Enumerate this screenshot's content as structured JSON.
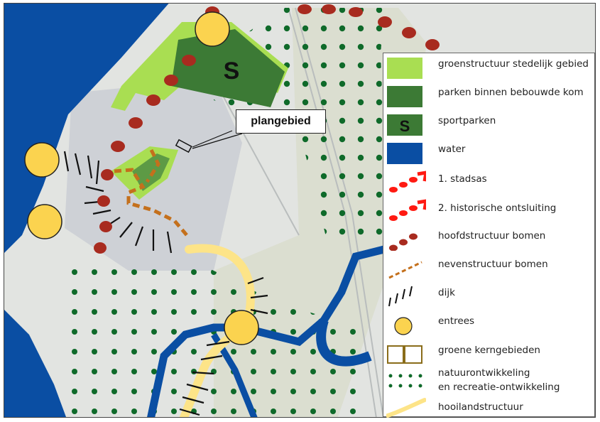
{
  "map": {
    "plangebied_label": "plangebied",
    "sport_symbol": "S",
    "colors": {
      "water": "#0a4ea3",
      "green_light": "#a9de52",
      "green_dark": "#3c7a35",
      "tree_main": "#a82b1f",
      "tree_side": "#c4701c",
      "entree": "#fbd34f",
      "hooiland": "#fde488",
      "dots": "#0f6a2a",
      "stadsas": "#ff1a12"
    }
  },
  "legend": {
    "items": [
      {
        "label": "groenstructuur stedelijk gebied",
        "symbol": "green-light-swatch"
      },
      {
        "label": "parken binnen bebouwde kom",
        "symbol": "green-dark-swatch"
      },
      {
        "label": "sportparken",
        "symbol": "sportpark-swatch",
        "text": "S"
      },
      {
        "label": "water",
        "symbol": "water-swatch"
      },
      {
        "label": "1. stadsas",
        "symbol": "stadsas-icon"
      },
      {
        "label": "2. historische ontsluiting",
        "symbol": "historische-ontsluiting-icon"
      },
      {
        "label": "hoofdstructuur bomen",
        "symbol": "hoofdstructuur-bomen-icon"
      },
      {
        "label": "nevenstructuur bomen",
        "symbol": "nevenstructuur-bomen-icon"
      },
      {
        "label": "dijk",
        "symbol": "dijk-icon"
      },
      {
        "label": "entrees",
        "symbol": "entree-icon"
      },
      {
        "label": "groene kerngebieden",
        "symbol": "groene-kerngebieden-icon"
      },
      {
        "label": "natuurontwikkeling",
        "label2": "en recreatie-ontwikkeling",
        "symbol": "natuurontwikkeling-icon"
      },
      {
        "label": "hooilandstructuur",
        "symbol": "hooilandstructuur-icon"
      }
    ]
  }
}
